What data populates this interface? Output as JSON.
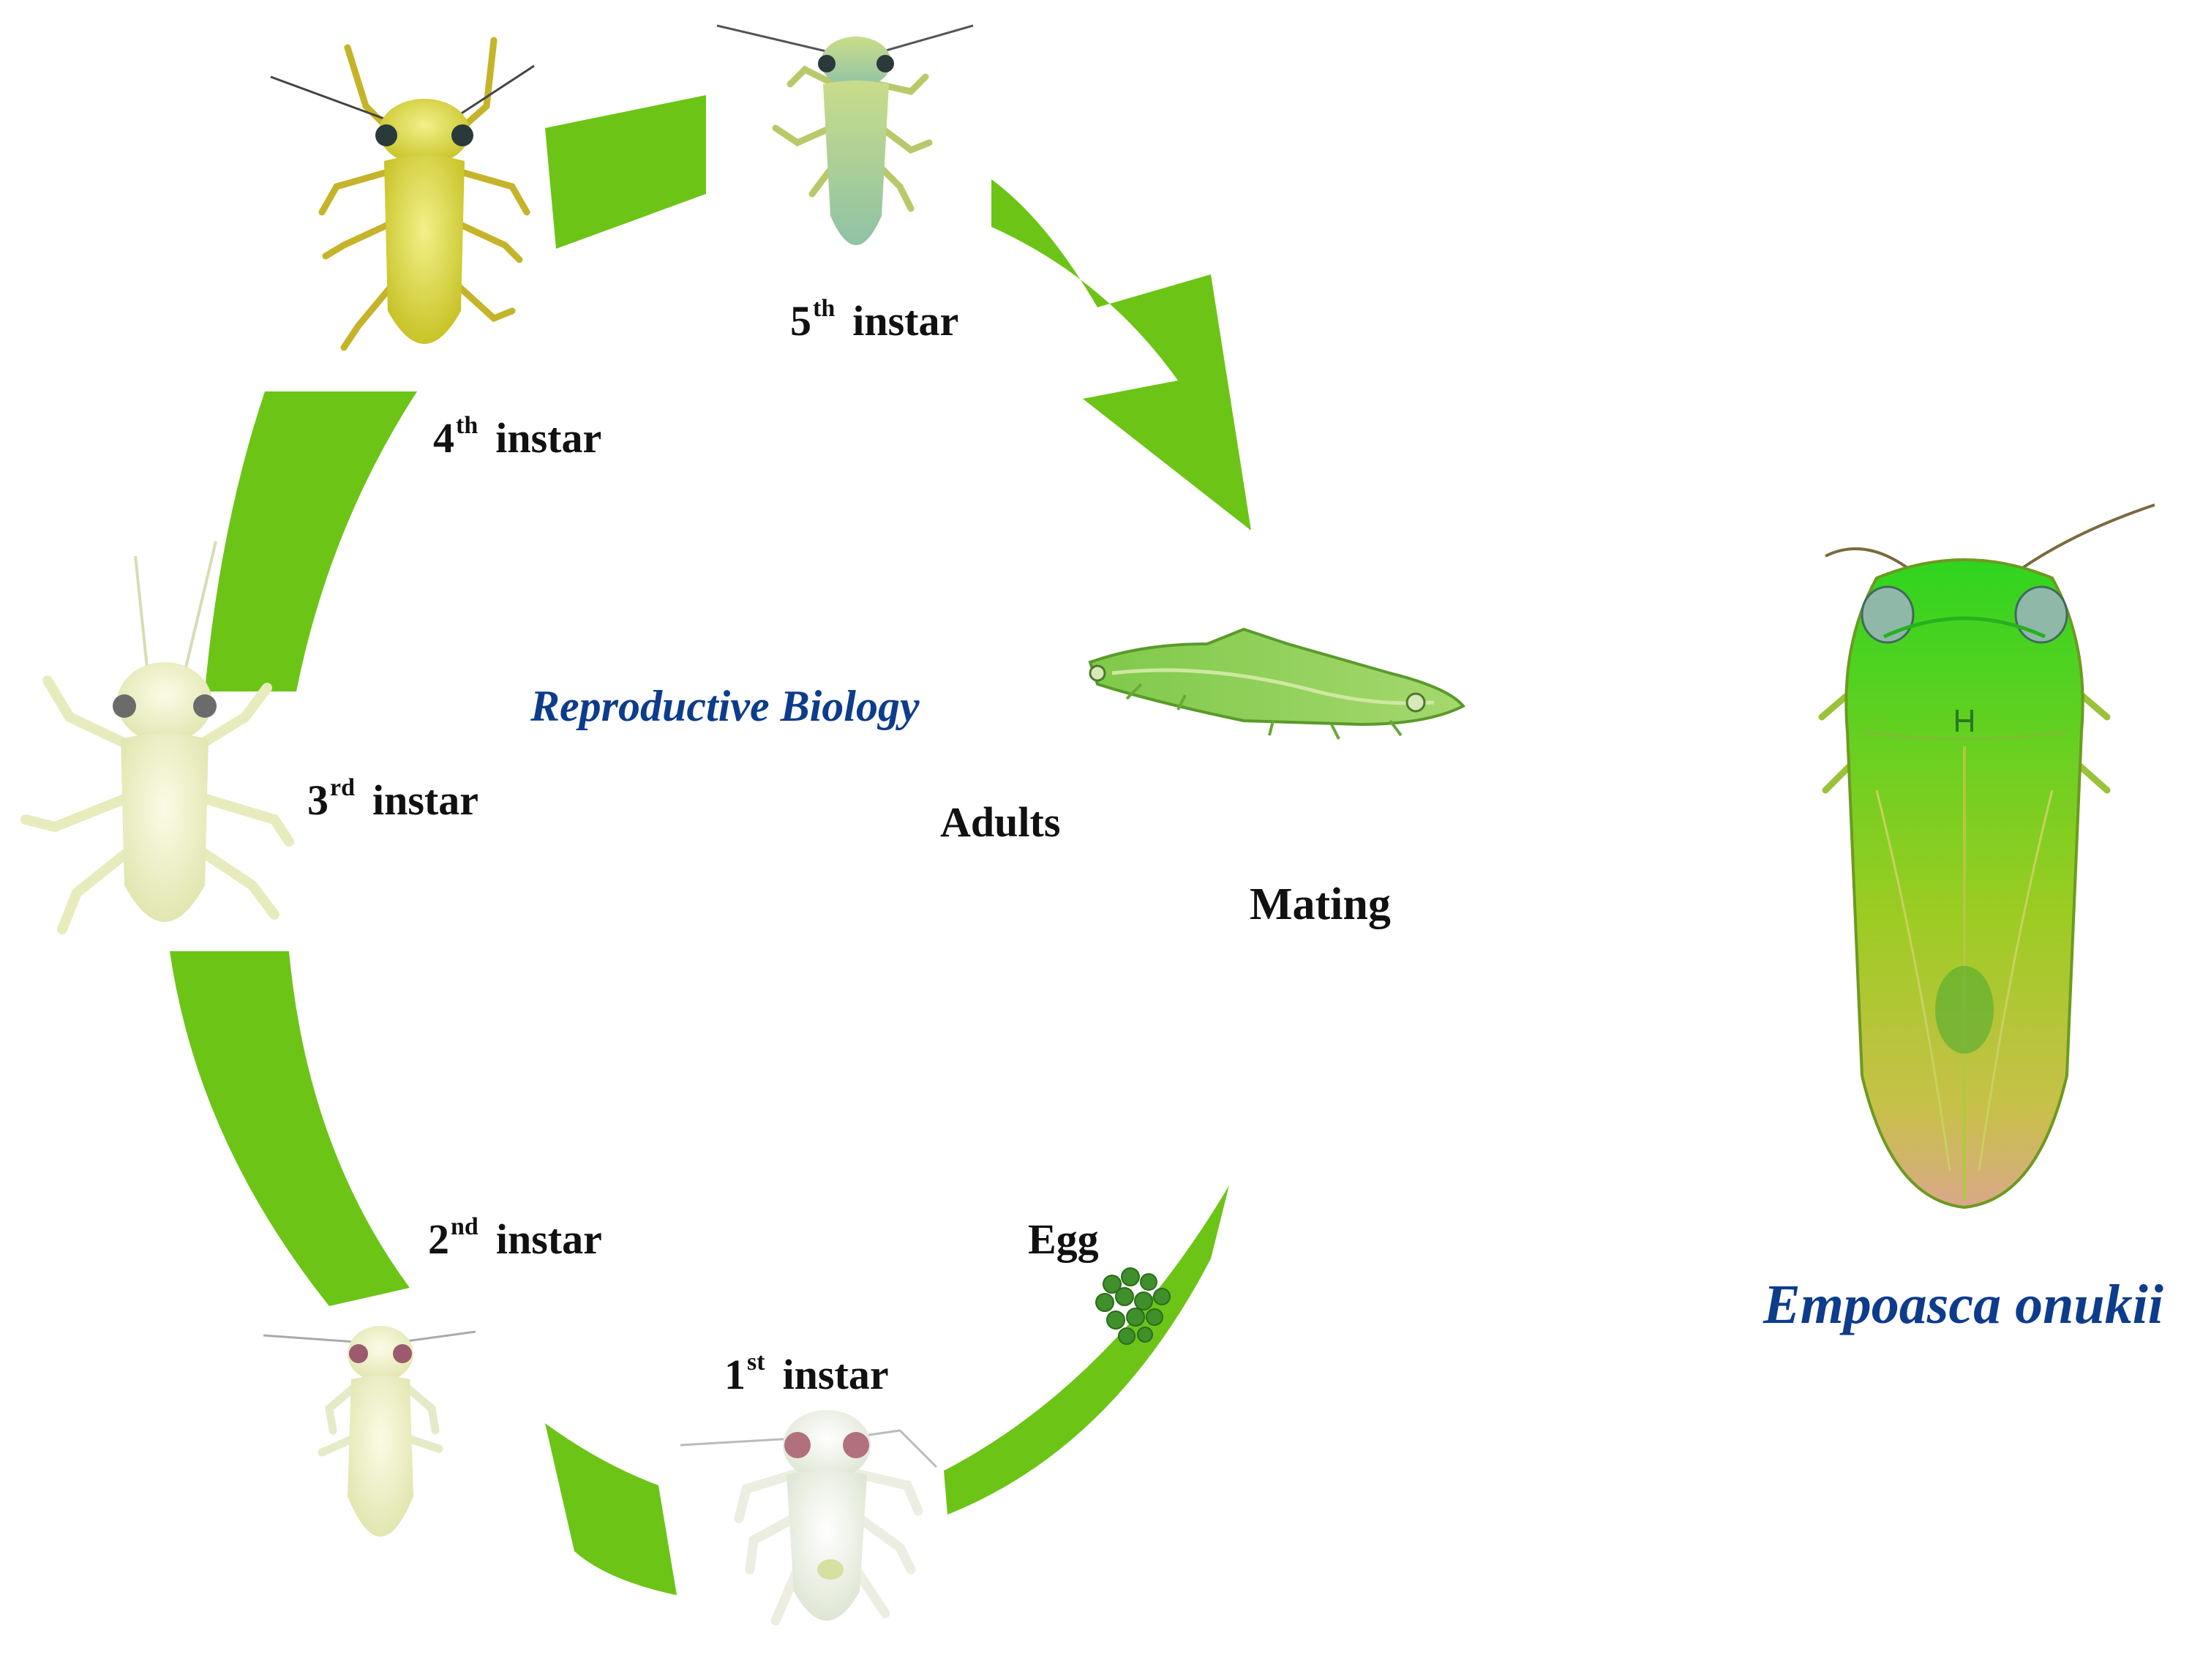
{
  "diagram": {
    "center_title": "Reproductive Biology",
    "species_name": "Empoasca onukii",
    "colors": {
      "arc": "#6cc417",
      "title": "#0d3c8c",
      "text": "#111111"
    },
    "stages": {
      "fifth": {
        "num": "5",
        "sup": "th",
        "word": "instar"
      },
      "fourth": {
        "num": "4",
        "sup": "th",
        "word": "instar"
      },
      "third": {
        "num": "3",
        "sup": "rd",
        "word": "instar"
      },
      "second": {
        "num": "2",
        "sup": "nd",
        "word": "instar"
      },
      "first": {
        "num": "1",
        "sup": "st",
        "word": "instar"
      }
    },
    "labels": {
      "adults": "Adults",
      "mating": "Mating",
      "egg": "Egg"
    }
  }
}
